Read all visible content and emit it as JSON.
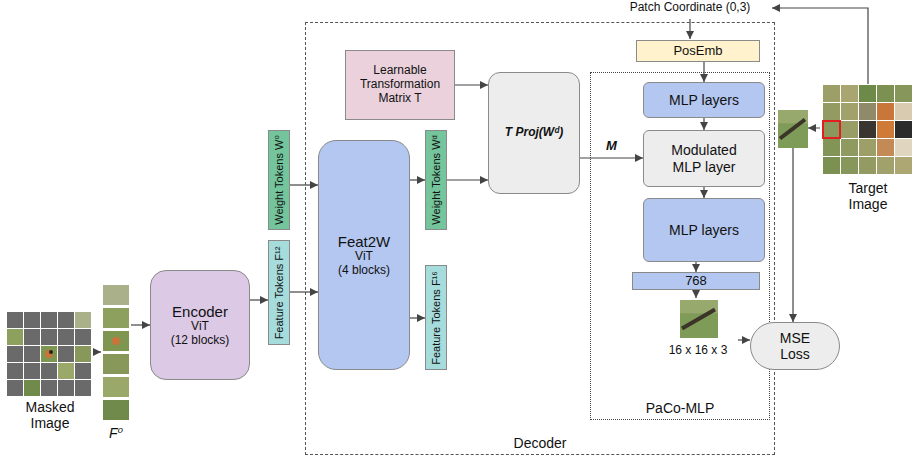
{
  "diagram": {
    "nodes": [
      {
        "text": [
          "Decoder"
        ]
      },
      {
        "text": [
          "Masked Image"
        ]
      },
      {
        "text": [
          "F⁰"
        ]
      },
      {
        "text": [
          "Encoder",
          "ViT",
          "(12 blocks)"
        ]
      },
      {
        "text": [
          "Weight Tokens W⁰"
        ]
      },
      {
        "text": [
          "Feature Tokens F¹²"
        ]
      },
      {
        "text": [
          "Feat2W",
          "ViT",
          "(4 blocks)"
        ],
        "in": 0
      },
      {
        "text": [
          "Weight Tokens Wᵈ"
        ],
        "in": 0
      },
      {
        "text": [
          "Feature Tokens F¹⁶"
        ],
        "in": 0
      },
      {
        "text": [
          "Learnable Transformation Matrix T"
        ],
        "in": 0
      },
      {
        "text": [
          "T Proj(Wᵈ)"
        ],
        "in": 0
      },
      {
        "text": [
          "PosEmb"
        ],
        "in": 0
      },
      {
        "text": [
          "PaCo-MLP"
        ],
        "in": 0
      },
      {
        "text": [
          "MLP layers"
        ],
        "in": 12
      },
      {
        "text": [
          "Modulated MLP layer"
        ],
        "in": 12
      },
      {
        "text": [
          "MLP layers"
        ],
        "in": 12
      },
      {
        "text": [
          "768"
        ],
        "in": 12
      },
      {
        "text": [
          "16 x 16 x 3"
        ],
        "in": 12
      },
      {
        "text": [
          "MSE Loss"
        ]
      },
      {
        "text": [
          "Target Image"
        ]
      }
    ],
    "edges": [
      {
        "from": 1,
        "to": 2,
        "arrow": "to"
      },
      {
        "from": 2,
        "to": 3,
        "arrow": "to"
      },
      {
        "from": 3,
        "to": 5,
        "arrow": "to"
      },
      {
        "from": 4,
        "to": 6,
        "arrow": "to"
      },
      {
        "from": 5,
        "to": 6,
        "arrow": "to"
      },
      {
        "from": 6,
        "to": 7,
        "arrow": "to"
      },
      {
        "from": 6,
        "to": 8,
        "arrow": "to"
      },
      {
        "from": 9,
        "to": 10,
        "arrow": "to"
      },
      {
        "from": 7,
        "to": 10,
        "arrow": "to"
      },
      {
        "from": 10,
        "to": 14,
        "label": "M",
        "arrow": "to"
      },
      {
        "from": 11,
        "to": 13,
        "arrow": "to"
      },
      {
        "from": 13,
        "to": 14,
        "arrow": "to"
      },
      {
        "from": 14,
        "to": 15,
        "arrow": "to"
      },
      {
        "from": 15,
        "to": 16,
        "arrow": "to"
      },
      {
        "from": 16,
        "to": 17,
        "arrow": "to"
      },
      {
        "from": 17,
        "to": 18,
        "arrow": "to"
      },
      {
        "from": 19,
        "to": 18,
        "arrow": "to"
      }
    ],
    "labels": [
      "Patch Coordinate (0,3)"
    ]
  }
}
